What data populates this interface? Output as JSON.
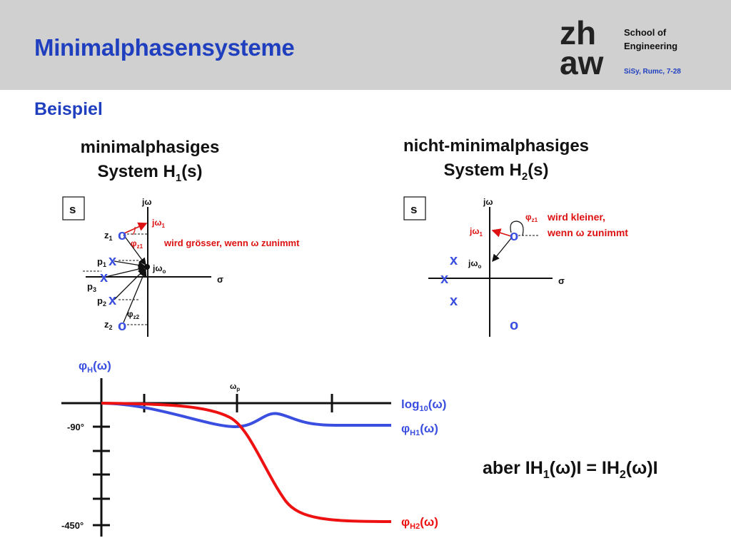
{
  "header": {
    "title": "Minimalphasensysteme",
    "logo_top": "zh",
    "logo_bottom": "aw",
    "school_line1": "School of",
    "school_line2": "Engineering",
    "reference": "SiSy, Rumc, 7-28"
  },
  "subtitle": "Beispiel",
  "left_system": {
    "heading_line1": "minimalphasiges",
    "heading_line2_prefix": "System H",
    "heading_line2_sub": "1",
    "heading_line2_suffix": "(s)",
    "plane_label": "s",
    "imag_axis": "jω",
    "real_axis": "σ",
    "jw1": "jω",
    "jw1_sub": "1",
    "jwo": "jω",
    "jwo_sub": "o",
    "phi_z1": "φ",
    "phi_z1_sub": "z1",
    "phi_z2": "φ",
    "phi_z2_sub": "z2",
    "note": "wird grösser, wenn ω zunimmt",
    "z1": "z",
    "z1_sub": "1",
    "z2": "z",
    "z2_sub": "2",
    "p1": "p",
    "p1_sub": "1",
    "p2": "p",
    "p2_sub": "2",
    "p3": "p",
    "p3_sub": "3",
    "pole_mark": "x",
    "zero_mark": "o"
  },
  "right_system": {
    "heading_line1": "nicht-minimalphasiges",
    "heading_line2_prefix": "System H",
    "heading_line2_sub": "2",
    "heading_line2_suffix": "(s)",
    "plane_label": "s",
    "imag_axis": "jω",
    "real_axis": "σ",
    "jw1": "jω",
    "jw1_sub": "1",
    "jwo": "jω",
    "jwo_sub": "o",
    "phi_z1": "φ",
    "phi_z1_sub": "z1",
    "note_line1": "wird kleiner,",
    "note_line2": "wenn ω zunimmt",
    "pole_mark": "x",
    "zero_mark": "o"
  },
  "phase_plot": {
    "y_label": "φ",
    "y_label_sub": "H",
    "y_label_suffix": "(ω)",
    "x_label": "log",
    "x_label_sub": "10",
    "x_label_suffix": "(ω)",
    "wp": "ω",
    "wp_sub": "p",
    "tick_top": "-90°",
    "tick_bottom": "-450°",
    "h1_label": "φ",
    "h1_label_sub": "H1",
    "h1_label_suffix": "(ω)",
    "h2_label": "φ",
    "h2_label_sub": "H2",
    "h2_label_suffix": "(ω)",
    "color_h1": "#3a4ee0",
    "color_h2": "#ee1111"
  },
  "statement": {
    "prefix": "aber IH",
    "sub1": "1",
    "middle": "(ω)I = IH",
    "sub2": "2",
    "suffix": "(ω)I"
  },
  "colors": {
    "accent": "#1f3fbf",
    "red": "#dd1111",
    "header_bg": "#d0d0d0"
  }
}
